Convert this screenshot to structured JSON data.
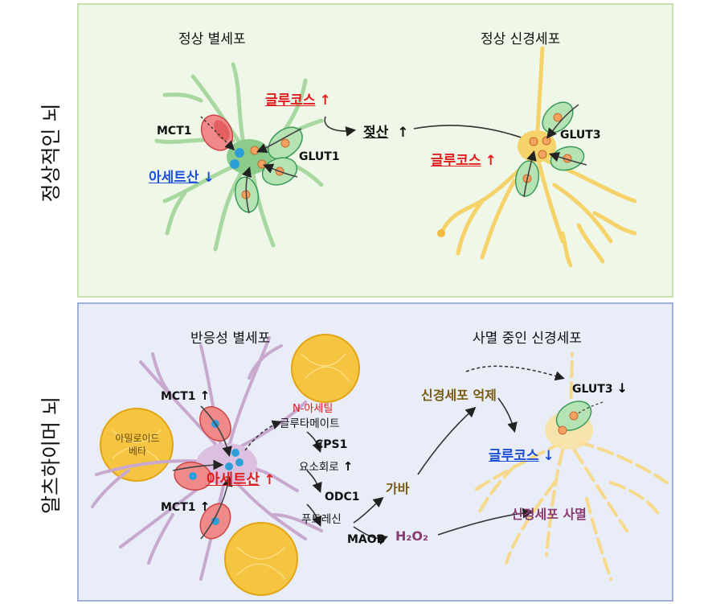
{
  "side_labels": {
    "normal": "정상적인 뇌",
    "ad": "알츠하이머 뇌"
  },
  "top": {
    "astrocyte_title": "정상 별세포",
    "neuron_title": "정상 신경세포",
    "mct1": "MCT1",
    "glut1": "GLUT1",
    "glut3": "GLUT3",
    "glucose": "글루코스",
    "acetate": "아세트산",
    "lactate": "젖산"
  },
  "bottom": {
    "astrocyte_title": "반응성 별세포",
    "neuron_title": "사멸 중인 신경세포",
    "mct1_top": "MCT1",
    "mct1_bottom": "MCT1",
    "amyloid": [
      "아밀로이드",
      "베타"
    ],
    "acetate": "아세트산",
    "n_acetyl": "N-아세틸",
    "glutamate": "글루타메이트",
    "cps1": "CPS1",
    "urea_cycle": "요소회로",
    "odc1": "ODC1",
    "putrescine": "푸트레신",
    "maob": "MAOB",
    "gaba": "가바",
    "h2o2": "H₂O₂",
    "suppression": "신경세포 억제",
    "glut3": "GLUT3",
    "glucose": "글루코스",
    "neuron_death": "신경세포 사멸"
  },
  "arrows": {
    "up": "↑",
    "down": "↓"
  },
  "colors": {
    "top_panel_bg": "#eff8e8",
    "bottom_panel_bg": "#e8edf8",
    "astrocyte_green": "#a3d4a0",
    "neuron_yellow": "#f6d36a",
    "reactive_astrocyte": "#c8a8cf",
    "amyloid": "#f5c542",
    "glucose_red": "#e11d1d",
    "acetate_blue": "#1d4fd8"
  }
}
